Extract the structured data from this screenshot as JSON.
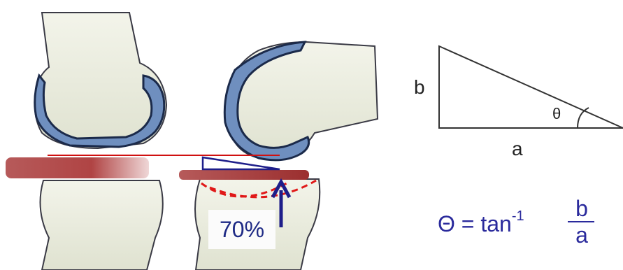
{
  "diagram": {
    "percentage_label": "70%",
    "triangle": {
      "side_b": "b",
      "side_a": "a",
      "angle": "θ"
    },
    "formula": {
      "lhs": "Θ = tan",
      "exponent": "-1",
      "numerator": "b",
      "denominator": "a"
    },
    "colors": {
      "bone_fill": "#eef0e2",
      "bone_outline": "#3a3a45",
      "implant_rim": "#1b2a4a",
      "implant_blue": "#6f8fbf",
      "tray_red": "#9e3030",
      "red_line": "#d01010",
      "arc_red": "#e01818",
      "arrow_navy": "#1e1e8a",
      "text_blue": "#2a2a9c"
    }
  }
}
